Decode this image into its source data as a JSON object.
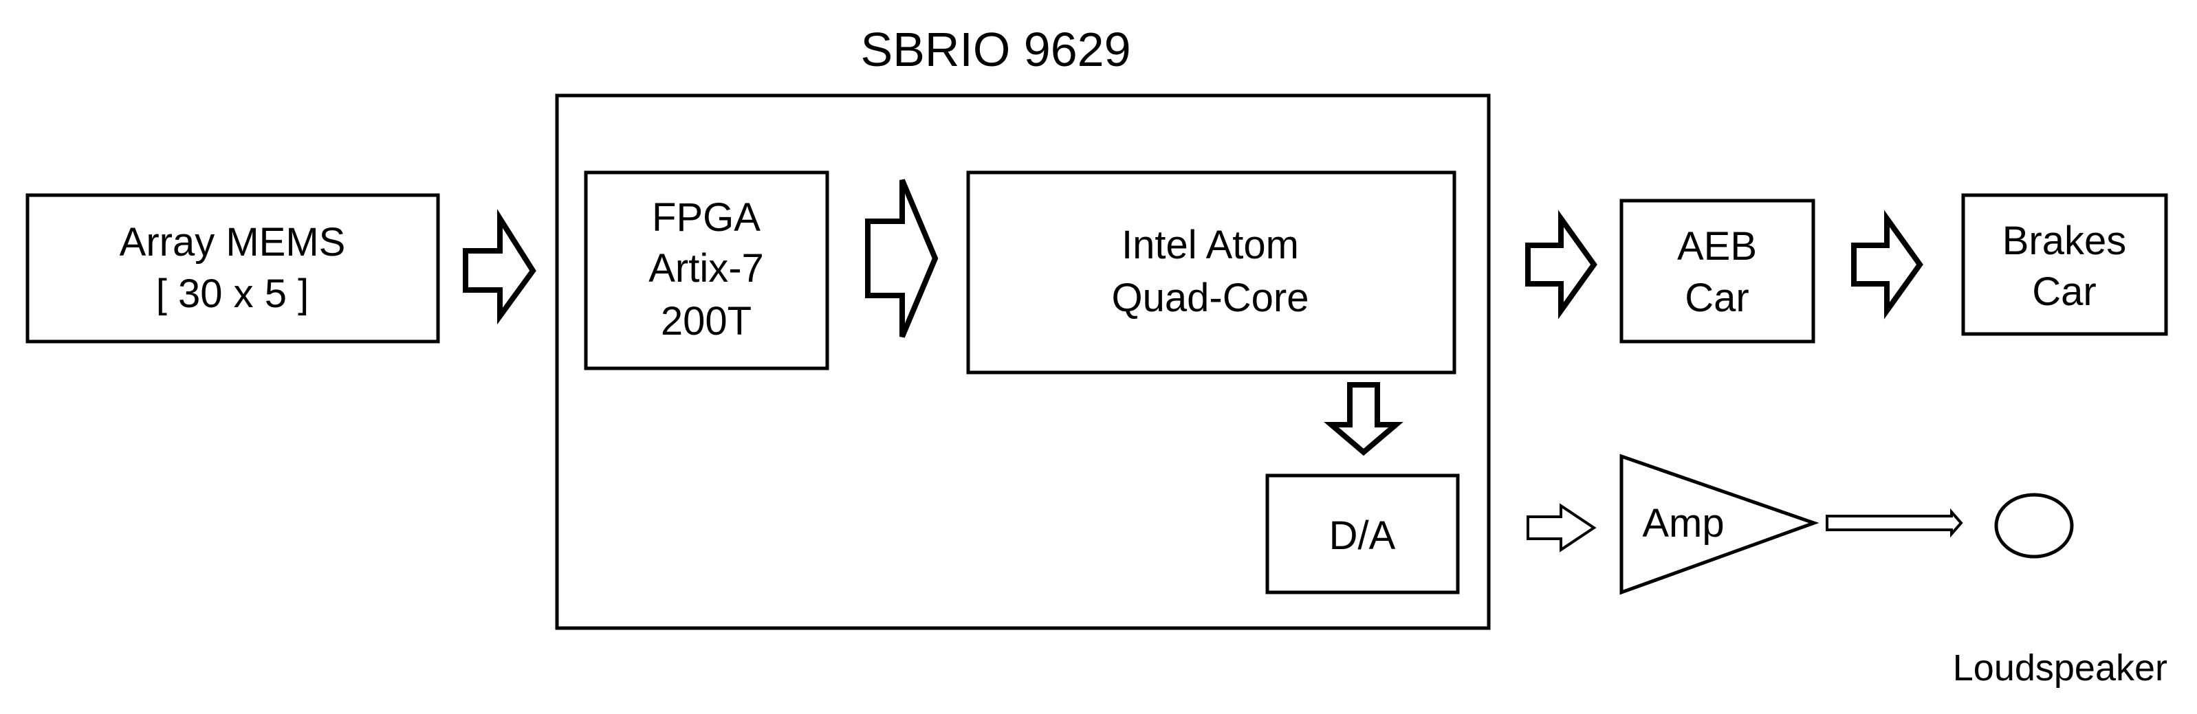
{
  "title": "SBRIO 9629",
  "blocks": {
    "array_mems": {
      "lines": [
        "Array MEMS",
        "[ 30 x 5 ]"
      ]
    },
    "fpga": {
      "lines": [
        "FPGA",
        "Artix-7",
        "200T"
      ]
    },
    "intel_atom": {
      "lines": [
        "Intel Atom",
        "Quad-Core"
      ]
    },
    "da": {
      "label": "D/A"
    },
    "aeb_car": {
      "lines": [
        "AEB",
        "Car"
      ]
    },
    "brakes_car": {
      "lines": [
        "Brakes",
        "Car"
      ]
    },
    "amp": {
      "label": "Amp"
    },
    "loudspeaker": {
      "label": "Loudspeaker"
    }
  }
}
